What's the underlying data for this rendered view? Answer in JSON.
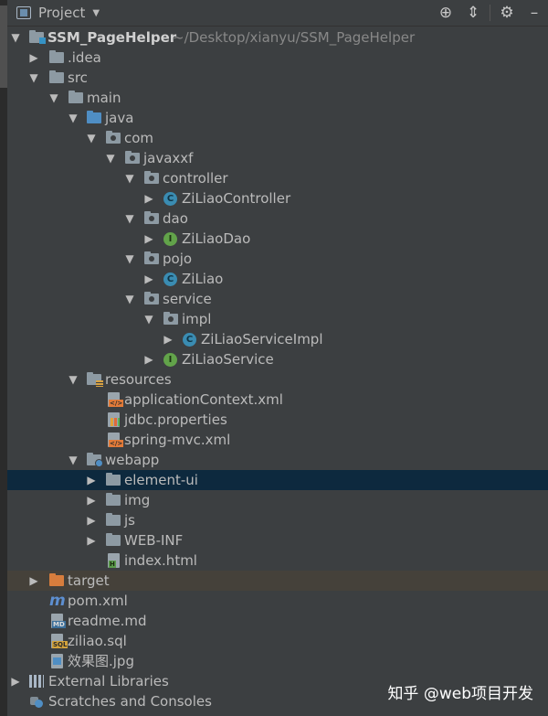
{
  "panel": {
    "title": "Project"
  },
  "tree": {
    "root": {
      "name": "SSM_PageHelper",
      "path": "~/Desktop/xianyu/SSM_PageHelper"
    },
    "idea": ".idea",
    "src": "src",
    "main": "main",
    "java": "java",
    "com": "com",
    "javaxxf": "javaxxf",
    "controller": "controller",
    "ziliao_controller": "ZiLiaoController",
    "dao": "dao",
    "ziliao_dao": "ZiLiaoDao",
    "pojo": "pojo",
    "ziliao": "ZiLiao",
    "service": "service",
    "impl": "impl",
    "ziliao_service_impl": "ZiLiaoServiceImpl",
    "ziliao_service": "ZiLiaoService",
    "resources": "resources",
    "application_context": "applicationContext.xml",
    "jdbc_properties": "jdbc.properties",
    "spring_mvc": "spring-mvc.xml",
    "webapp": "webapp",
    "element_ui": "element-ui",
    "img": "img",
    "js": "js",
    "web_inf": "WEB-INF",
    "index_html": "index.html",
    "target": "target",
    "pom": "pom.xml",
    "readme": "readme.md",
    "ziliao_sql": "ziliao.sql",
    "effect_jpg": "效果图.jpg",
    "external_libraries": "External Libraries",
    "scratches": "Scratches and Consoles"
  },
  "badges": {
    "class": "C",
    "interface": "I",
    "xml": "</>",
    "html": "H",
    "md": "MD",
    "sql": "SQL",
    "maven": "m"
  },
  "watermark": "知乎 @web项目开发",
  "icons": {
    "toolbar": [
      "project-view-icon",
      "chevron-down-icon",
      "locate-icon",
      "collapse-all-icon",
      "gear-icon",
      "hide-icon"
    ]
  }
}
